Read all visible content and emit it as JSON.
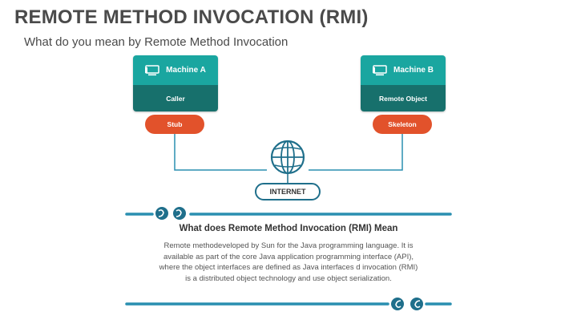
{
  "slide": {
    "title": "REMOTE METHOD INVOCATION (RMI)",
    "subtitle": "What do you mean by Remote Method Invocation"
  },
  "machine_a": {
    "label": "Machine A",
    "role": "Caller",
    "pill": "Stub"
  },
  "machine_b": {
    "label": "Machine B",
    "role": "Remote Object",
    "pill": "Skeleton"
  },
  "network": {
    "label": "INTERNET"
  },
  "section": {
    "heading": "What does Remote Method Invocation (RMI) Mean",
    "lines": [
      "Remote methodeveloped by Sun for the Java programming language. It is",
      "available as part of the core Java application programming interface (API),",
      "where the object interfaces are defined as Java interfaces d invocation (RMI)",
      "is a distributed object technology and use object serialization."
    ]
  },
  "colors": {
    "teal": "#1aa6a0",
    "dark_teal": "#17706c",
    "orange": "#e2522b",
    "blue": "#1f6f8b",
    "line": "#2a8fb0"
  },
  "icons": [
    "monitor-icon",
    "globe-icon",
    "quote-icon"
  ]
}
